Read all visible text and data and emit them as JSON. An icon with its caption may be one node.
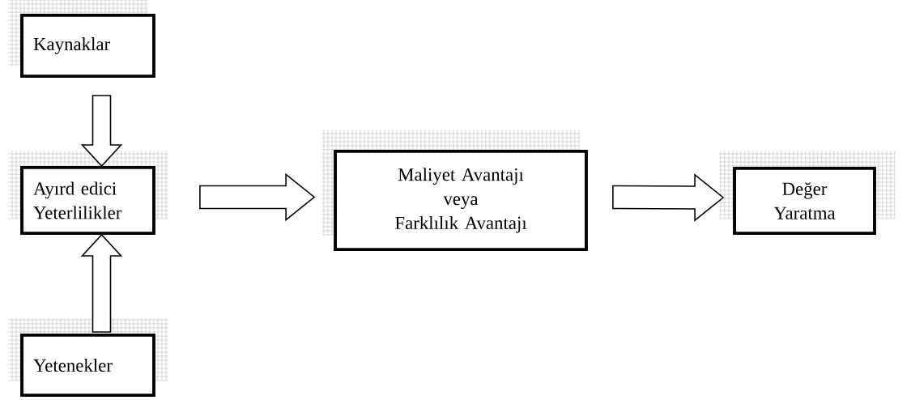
{
  "diagram": {
    "nodes": [
      {
        "text": [
          "Kaynaklar"
        ]
      },
      {
        "text": [
          "Ayırd edici Yeterlilikler"
        ]
      },
      {
        "text": [
          "Yetenekler"
        ]
      },
      {
        "text": [
          "Maliyet Avantajı",
          "veya",
          "Farklılık Avantajı"
        ]
      },
      {
        "text": [
          "Değer Yaratma"
        ]
      }
    ],
    "edges": [
      {
        "from": 0,
        "to": 1,
        "arrow": "to"
      },
      {
        "from": 2,
        "to": 1,
        "arrow": "to"
      },
      {
        "from": 1,
        "to": 3,
        "arrow": "to"
      },
      {
        "from": 3,
        "to": 4,
        "arrow": "to"
      }
    ]
  }
}
